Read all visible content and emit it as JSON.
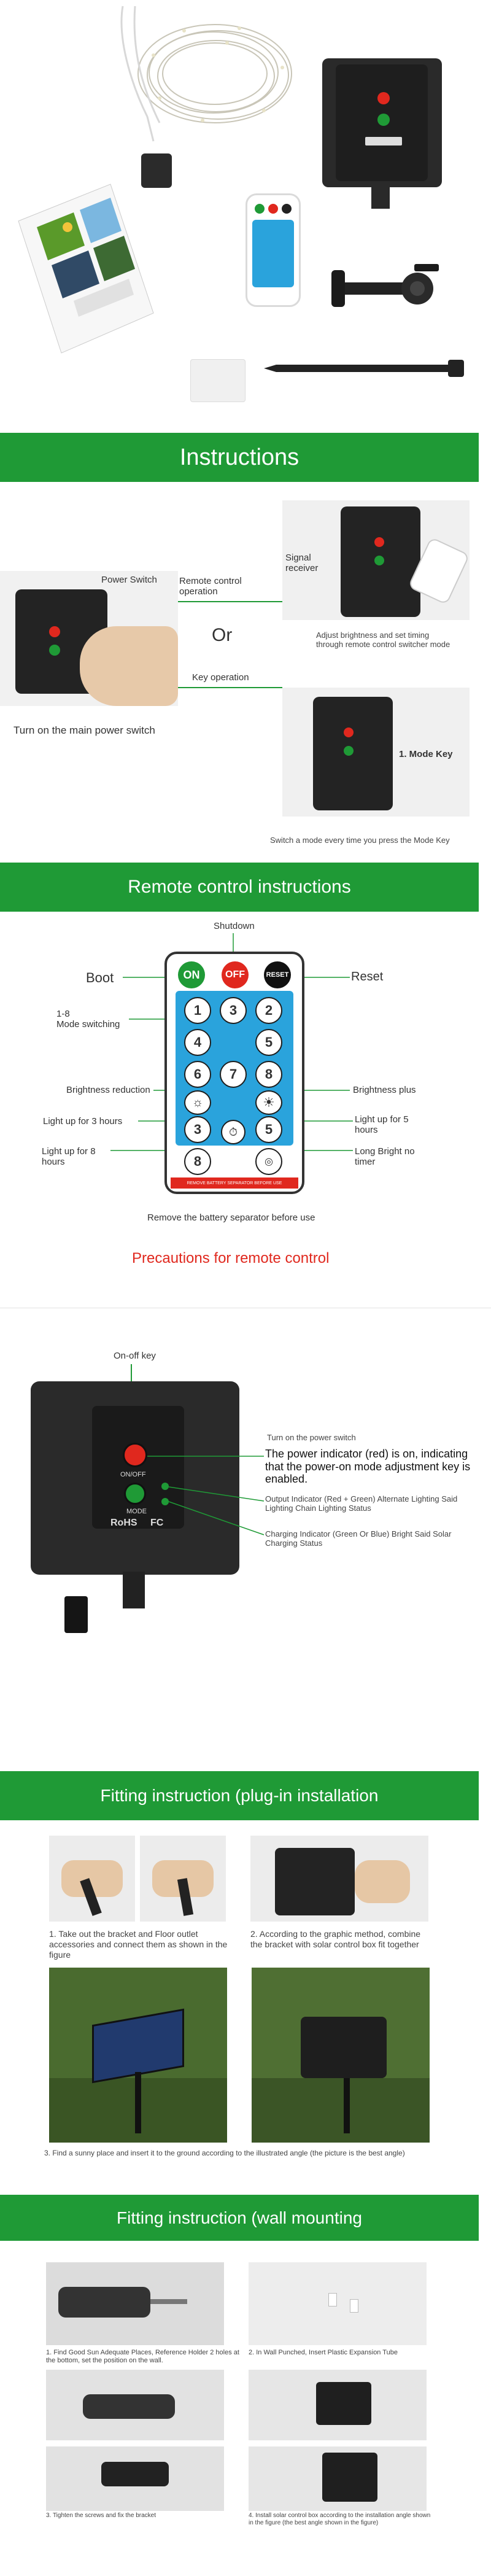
{
  "colors": {
    "brand_green": "#1f9a36",
    "red": "#e0281e",
    "remote_blue": "#2aa3dc",
    "black_box": "#222222"
  },
  "sections": {
    "instructions": {
      "title": "Instructions",
      "power_switch": "Power Switch",
      "remote_control_operation": "Remote control operation",
      "signal_receiver": "Signal receiver",
      "adjust_text": "Adjust brightness and set timing through remote control switcher mode",
      "or": "Or",
      "key_operation": "Key operation",
      "mode_key": "1. Mode Key",
      "turn_on": "Turn on the main power switch",
      "switch_mode": "Switch a mode every time you press the Mode Key"
    },
    "remote": {
      "title": "Remote control instructions",
      "shutdown": "Shutdown",
      "boot": "Boot",
      "reset": "Reset",
      "mode_switching": "1-8\nMode switching",
      "brightness_reduction": "Brightness reduction",
      "brightness_plus": "Brightness plus",
      "light_3": "Light up for 3 hours",
      "light_5": "Light up for 5 hours",
      "light_8": "Light up for 8 hours",
      "long_bright": "Long Bright no timer",
      "remove_separator": "Remove the battery separator before use",
      "btn_on": "ON",
      "btn_off": "OFF",
      "btn_reset": "RESET",
      "numbers": [
        "1",
        "2",
        "3",
        "4",
        "5",
        "6",
        "7",
        "8"
      ],
      "timer_numbers": [
        "3",
        "5",
        "8"
      ],
      "strip_text": "REMOVE BATTERY SEPARATOR BEFORE USE",
      "precautions": "Precautions for remote control"
    },
    "controller": {
      "onoff_key": "On-off key",
      "turn_on_power": "Turn on the power switch",
      "power_indicator": "The power indicator (red) is on, indicating that the power-on mode adjustment key is enabled.",
      "output_indicator": "Output Indicator (Red + Green) Alternate Lighting Said Lighting Chain Lighting Status",
      "charging_indicator": "Charging Indicator (Green Or Blue) Bright Said Solar Charging Status",
      "onoff_label": "ON/OFF",
      "mode_label": "MODE",
      "rohs": "RoHS",
      "fc": "FC"
    },
    "plugin": {
      "title": "Fitting instruction (plug-in installation",
      "step1": "1. Take out the bracket and Floor outlet accessories and connect them as shown in the figure",
      "step2": "2. According to the graphic method, combine the bracket with solar control box fit together",
      "step3": "3. Find a sunny place and insert it to the ground according to the illustrated angle (the picture is the best angle)"
    },
    "wall": {
      "title": "Fitting instruction (wall mounting",
      "step1": "1. Find Good Sun Adequate Places, Reference Holder 2 holes at the bottom, set the position on the wall.",
      "step2": "2. In Wall Punched, Insert Plastic Expansion Tube",
      "step3": "3. Tighten the screws and fix the bracket",
      "step4": "4. Install solar control box according to the installation angle shown in the figure (the best angle shown in the figure)"
    }
  }
}
